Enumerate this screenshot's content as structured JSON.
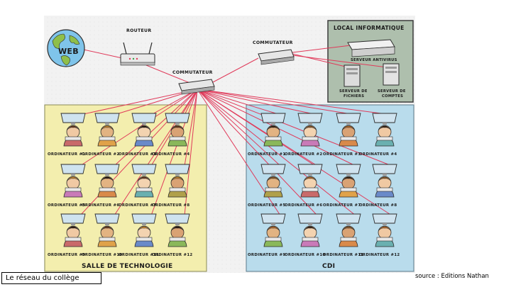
{
  "diagram": {
    "web_label": "WEB",
    "routeur_label": "ROUTEUR",
    "commutateur_main_label": "COMMUTATEUR",
    "commutateur_local_label": "COMMUTATEUR",
    "local_informatique": {
      "title": "LOCAL INFORMATIQUE",
      "servers": [
        "SERVEUR ANTIVIRUS",
        "SERVEUR DE FICHIERS",
        "SERVEUR DE COMPTES"
      ]
    },
    "rooms": [
      {
        "id": "techno",
        "title": "SALLE DE TECHNOLOGIE",
        "computers": [
          "ORDINATEUR #1",
          "ORDINATEUR #2",
          "ORDINATEUR #3",
          "ORDINATEUR #4",
          "ORDINATEUR #5",
          "ORDINATEUR #6",
          "ORDINATEUR #7",
          "ORDINATEUR #8",
          "ORDINATEUR #9",
          "ORDINATEUR #10",
          "ORDINATEUR #11",
          "ORDINATEUR #12"
        ]
      },
      {
        "id": "cdi",
        "title": "CDI",
        "computers": [
          "ORDINATEUR #1",
          "ORDINATEUR #2",
          "ORDINATEUR #3",
          "ORDINATEUR #4",
          "ORDINATEUR #5",
          "ORDINATEUR #6",
          "ORDINATEUR #7",
          "ORDINATEUR #8",
          "ORDINATEUR #9",
          "ORDINATEUR #10",
          "ORDINATEUR #11",
          "ORDINATEUR #12"
        ]
      }
    ]
  },
  "caption": "Le réseau du collège",
  "source": "source : Editions Nathan",
  "colors": {
    "techno_bg": "#f3eeae",
    "cdi_bg": "#b9dcec",
    "local_bg": "#aebfad",
    "cable": "#e03a5a",
    "world_water": "#7fc4ea",
    "world_land": "#8fbf4a"
  }
}
